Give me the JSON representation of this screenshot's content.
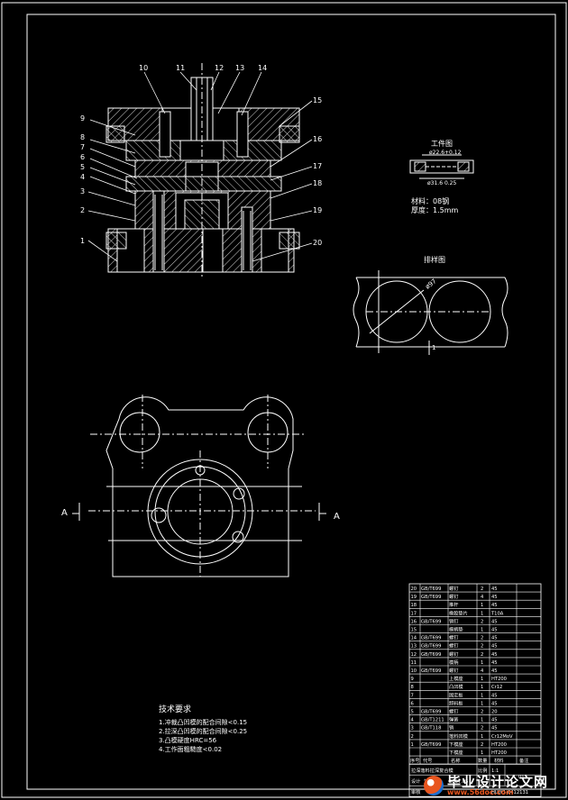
{
  "part_labels": [
    "1",
    "2",
    "3",
    "4",
    "5",
    "6",
    "7",
    "8",
    "9",
    "10",
    "11",
    "12",
    "13",
    "14",
    "15",
    "16",
    "17",
    "18",
    "19",
    "20"
  ],
  "section_marks": {
    "left": "A",
    "right": "A"
  },
  "workpiece": {
    "title": "工件图",
    "dim_top": "ø22.6+0.12",
    "dim_bottom": "ø31.6 0.25",
    "material": "材料：08钢",
    "thickness": "厚度：1.5mm"
  },
  "layout": {
    "title": "排样图",
    "dim_diameter": "ø97",
    "dim_gap": "1"
  },
  "tech_requirements": {
    "title": "技术要求",
    "items": [
      "1.冲裁凸凹模的配合间隙<0.15",
      "2.拉深凸凹模的配合间隙<0.25",
      "3.凸模硬度HRC=56",
      "4.工作面粗糙度<0.02"
    ]
  },
  "bom": {
    "rows": [
      {
        "no": "20",
        "std": "GB/T699",
        "name": "螺钉",
        "qty": "2",
        "mat": "45"
      },
      {
        "no": "19",
        "std": "GB/T699",
        "name": "螺钉",
        "qty": "4",
        "mat": "45"
      },
      {
        "no": "18",
        "std": "",
        "name": "推杆",
        "qty": "1",
        "mat": "45"
      },
      {
        "no": "17",
        "std": "",
        "name": "橡胶垫片",
        "qty": "1",
        "mat": "T10A"
      },
      {
        "no": "16",
        "std": "GB/T699",
        "name": "销钉",
        "qty": "2",
        "mat": "45"
      },
      {
        "no": "15",
        "std": "",
        "name": "模柄垫",
        "qty": "1",
        "mat": "45"
      },
      {
        "no": "14",
        "std": "GB/T699",
        "name": "螺钉",
        "qty": "2",
        "mat": "45"
      },
      {
        "no": "13",
        "std": "GB/T699",
        "name": "螺钉",
        "qty": "2",
        "mat": "45"
      },
      {
        "no": "12",
        "std": "GB/T699",
        "name": "螺钉",
        "qty": "2",
        "mat": "45"
      },
      {
        "no": "11",
        "std": "",
        "name": "模柄",
        "qty": "1",
        "mat": "45"
      },
      {
        "no": "10",
        "std": "GB/T699",
        "name": "螺钉",
        "qty": "4",
        "mat": "45"
      },
      {
        "no": "9",
        "std": "",
        "name": "上模座",
        "qty": "1",
        "mat": "HT200"
      },
      {
        "no": "8",
        "std": "",
        "name": "凸凹模",
        "qty": "1",
        "mat": "Cr12"
      },
      {
        "no": "7",
        "std": "",
        "name": "固定板",
        "qty": "1",
        "mat": "45"
      },
      {
        "no": "6",
        "std": "",
        "name": "卸料板",
        "qty": "1",
        "mat": "45"
      },
      {
        "no": "5",
        "std": "GB/T699",
        "name": "螺钉",
        "qty": "2",
        "mat": "20"
      },
      {
        "no": "4",
        "std": "GB/T1211",
        "name": "弹簧",
        "qty": "1",
        "mat": "45"
      },
      {
        "no": "3",
        "std": "GB/T118",
        "name": "销",
        "qty": "2",
        "mat": "45"
      },
      {
        "no": "2",
        "std": "",
        "name": "落料凹模",
        "qty": "1",
        "mat": "Cr12MoV"
      },
      {
        "no": "1",
        "std": "GB/T699",
        "name": "下模座",
        "qty": "2",
        "mat": "HT200"
      },
      {
        "no": "",
        "std": "",
        "name": "下模座",
        "qty": "1",
        "mat": "HT200"
      }
    ],
    "header": {
      "no": "序号",
      "code": "代号",
      "name": "名称",
      "qty": "数量",
      "mat": "材料",
      "note": "备注"
    },
    "title_block": {
      "drawing_name": "拉深落料拉深复合模",
      "scale_label": "比例",
      "scale": "1:1",
      "sheet": "01",
      "designer_label": "设计",
      "designer": "刘春庆",
      "date": "2007.05",
      "checker_label": "审核",
      "drawing_no": "HUIX1-0412131"
    }
  },
  "watermark": {
    "main": "毕业设计论文网",
    "sub": "www.56doc.com"
  }
}
